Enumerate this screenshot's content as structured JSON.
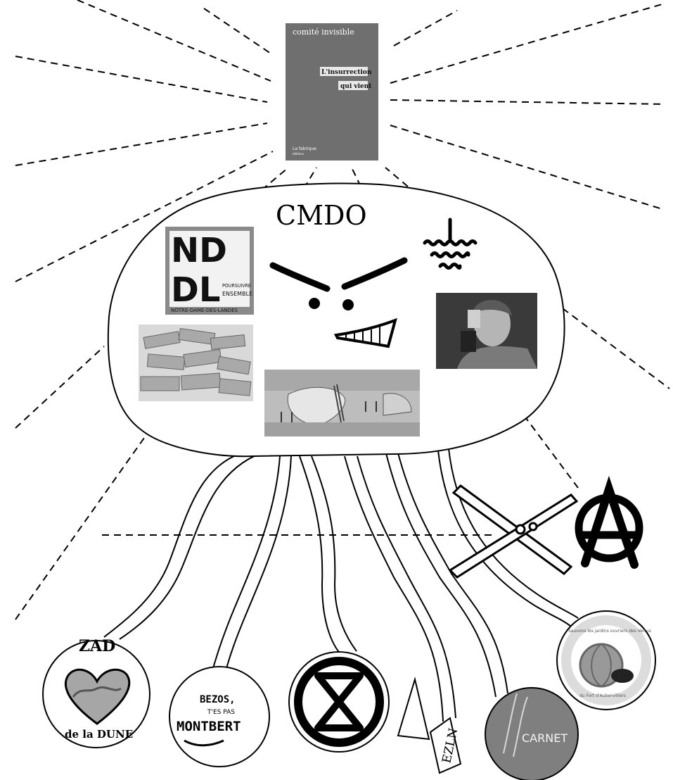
{
  "book": {
    "author": "comité invisible",
    "title_line1": "L'insurrection",
    "title_line2": "qui vient",
    "publisher": "La fabrique",
    "publisher_sub": "éditions"
  },
  "center": {
    "title": "CMDO"
  },
  "logos": {
    "nddl_top": "ND",
    "nddl_bottom": "DL",
    "nddl_side_1": "POURSUIVRE",
    "nddl_side_2": "ENSEMBLE",
    "nddl_caption": "NOTRE-DAME-DES-LANDES",
    "zad_top": "ZAD",
    "zad_bottom": "de la DUNE",
    "bezos_line1": "BEZOS,",
    "bezos_line2": "T'ES PAS",
    "bezos_line3": "MONTBERT",
    "ezln": "EZLN",
    "carnet": "CARNET",
    "jardins_top": "Sauvons les jardins ouvriers des Vertus",
    "jardins_bottom": "du Fort d'Aubervilliers"
  },
  "colors": {
    "ink": "#000000",
    "book_gray": "#6f6f6f",
    "photo_gray": "#9a9a9a"
  }
}
